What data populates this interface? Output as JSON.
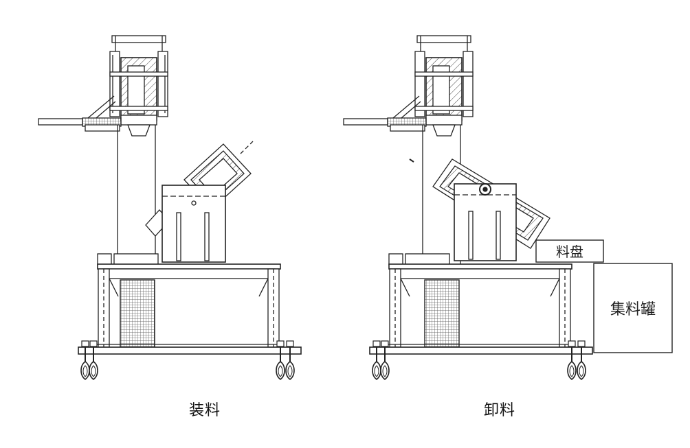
{
  "captions": {
    "loading": "装料",
    "unloading": "卸料"
  },
  "labels": {
    "tray": "料盘",
    "collector": "集料罐"
  },
  "colors": {
    "line": "#222222",
    "hatch": "#444444",
    "background": "#ffffff"
  }
}
